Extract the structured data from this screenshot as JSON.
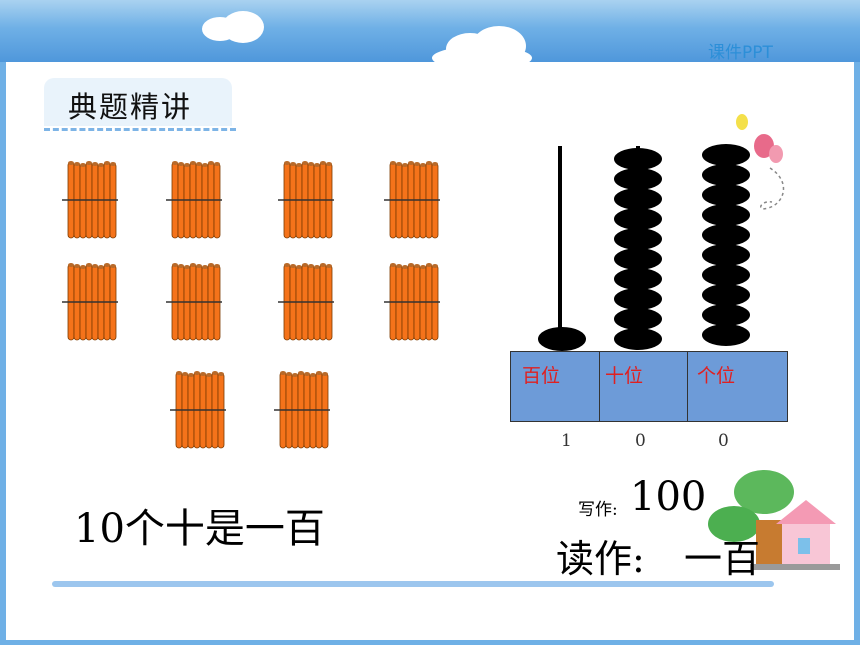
{
  "watermark": "课件PPT",
  "section_tag": "典题精讲",
  "caption": "10个十是一百",
  "place_values": [
    {
      "label": "百位",
      "digit": "1"
    },
    {
      "label": "十位",
      "digit": "0"
    },
    {
      "label": "个位",
      "digit": "0"
    }
  ],
  "write": {
    "label": "写作:",
    "value": "100"
  },
  "read": {
    "label": "读作:",
    "value": "一百"
  },
  "bundle_count": 10,
  "colors": {
    "header": "#4f97db",
    "stick": "#f5731a",
    "bead": "#000000",
    "table": "#6d9bd8",
    "place_label": "#e02020"
  }
}
